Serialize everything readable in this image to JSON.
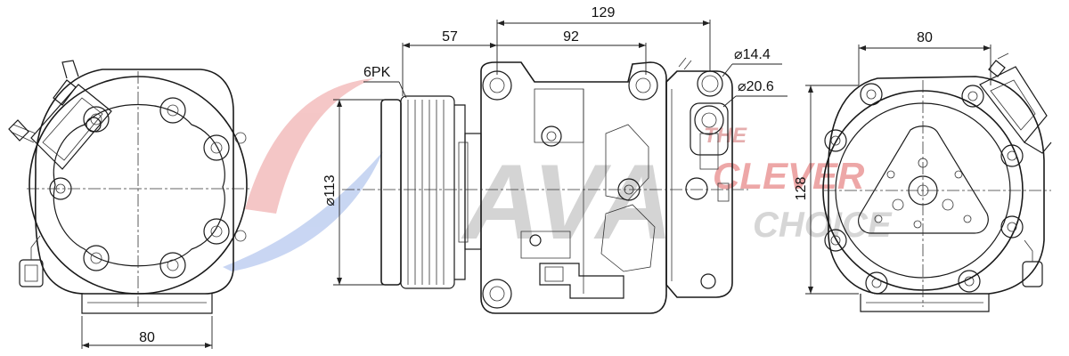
{
  "watermark": {
    "brand": "AVA",
    "slogan_words": [
      "THE",
      "CLEVER",
      "CHOICE"
    ],
    "colors": {
      "red": "#f2b0b0",
      "blue": "#b7c8ef",
      "gray": "#cfcfcf"
    }
  },
  "front_view": {
    "dim_width": "80"
  },
  "side_view": {
    "dim_total": "129",
    "dim_left": "57",
    "dim_mid": "92",
    "pulley_label": "6PK",
    "dim_pulley_dia": "⌀113",
    "port_small": "⌀14.4",
    "port_large": "⌀20.6"
  },
  "rear_view": {
    "dim_width": "80",
    "dim_height": "128"
  }
}
